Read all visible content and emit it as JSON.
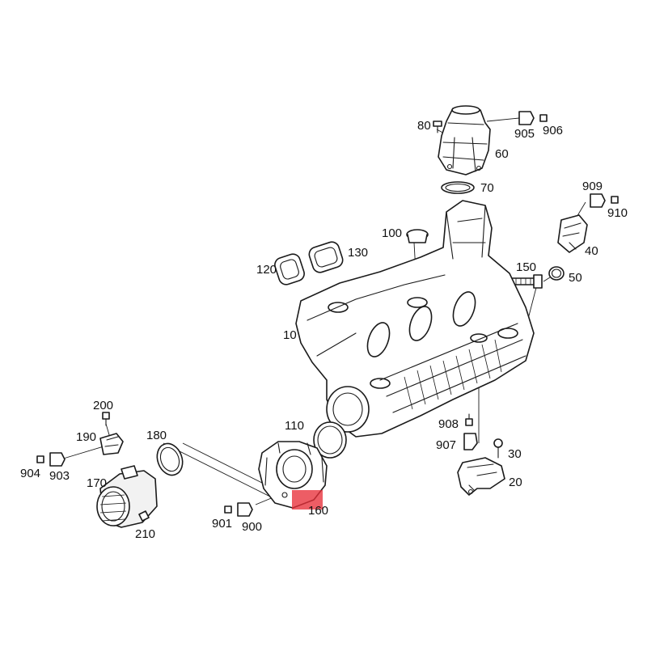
{
  "diagram": {
    "highlight_color": "#e8303a",
    "line_color": "#1a1a1a",
    "callouts": [
      {
        "id": "c10",
        "label": "10"
      },
      {
        "id": "c20",
        "label": "20"
      },
      {
        "id": "c30",
        "label": "30"
      },
      {
        "id": "c40",
        "label": "40"
      },
      {
        "id": "c50",
        "label": "50"
      },
      {
        "id": "c60",
        "label": "60"
      },
      {
        "id": "c70",
        "label": "70"
      },
      {
        "id": "c80",
        "label": "80"
      },
      {
        "id": "c100",
        "label": "100"
      },
      {
        "id": "c110",
        "label": "110"
      },
      {
        "id": "c120",
        "label": "120"
      },
      {
        "id": "c130",
        "label": "130"
      },
      {
        "id": "c150",
        "label": "150"
      },
      {
        "id": "c160",
        "label": "160"
      },
      {
        "id": "c170",
        "label": "170"
      },
      {
        "id": "c180",
        "label": "180"
      },
      {
        "id": "c190",
        "label": "190"
      },
      {
        "id": "c200",
        "label": "200"
      },
      {
        "id": "c210",
        "label": "210"
      },
      {
        "id": "c900",
        "label": "900"
      },
      {
        "id": "c901",
        "label": "901"
      },
      {
        "id": "c903",
        "label": "903"
      },
      {
        "id": "c904",
        "label": "904"
      },
      {
        "id": "c905",
        "label": "905"
      },
      {
        "id": "c906",
        "label": "906"
      },
      {
        "id": "c907",
        "label": "907"
      },
      {
        "id": "c908",
        "label": "908"
      },
      {
        "id": "c909",
        "label": "909"
      },
      {
        "id": "c910",
        "label": "910"
      }
    ]
  }
}
